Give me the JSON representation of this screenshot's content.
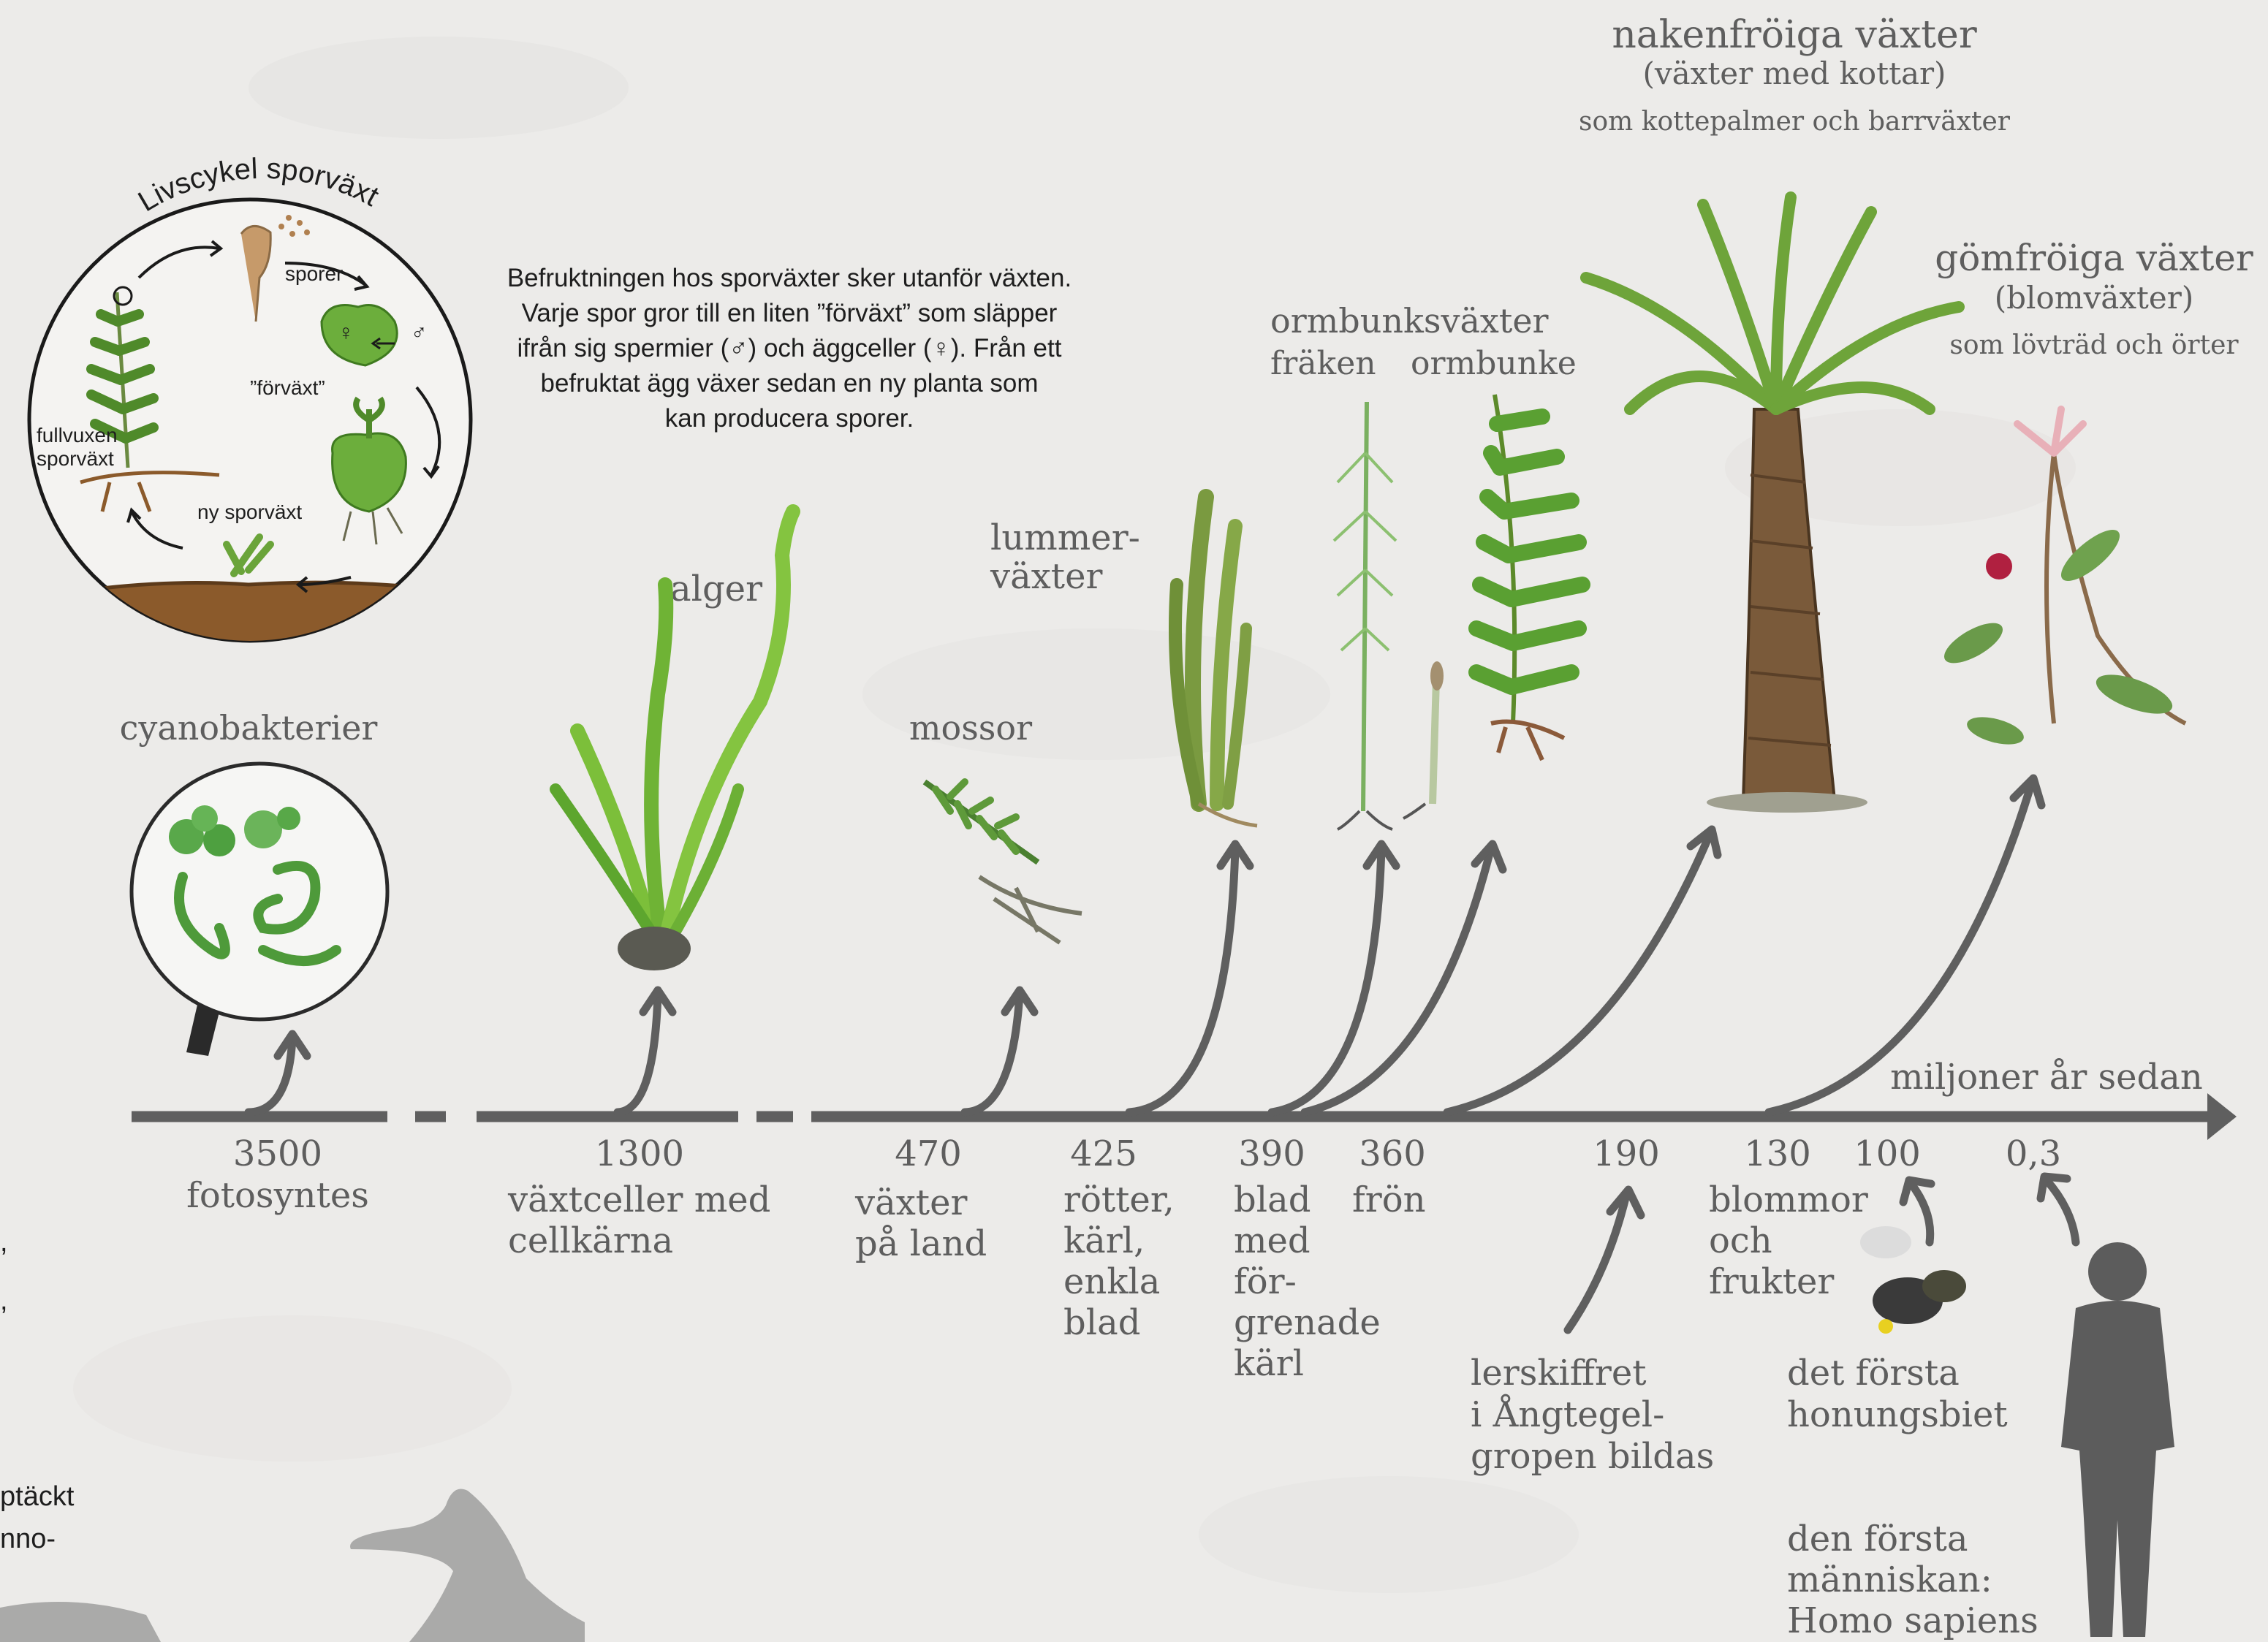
{
  "colors": {
    "background": "#ecebe9",
    "timeline": "#5f5f5f",
    "label": "#5e5e5e",
    "plant_green": "#5ea33a",
    "soil": "#8b5a2b",
    "trunk": "#7a5a3a"
  },
  "lifecycle": {
    "title": "Livscykel sporväxt",
    "spores": "sporer",
    "prothallus": "”förväxt”",
    "adult_1": "fullvuxen",
    "adult_2": "sporväxt",
    "new_plant": "ny sporväxt",
    "male_symbol": "♂",
    "female_symbol": "♀"
  },
  "description": [
    "Befruktningen hos sporväxter sker utanför växten.",
    "Varje spor gror till en liten ”förväxt” som släpper",
    "ifrån sig spermier (♂) och äggceller (♀). Från ett",
    "befruktat ägg växer sedan en ny planta som",
    "kan producera sporer."
  ],
  "groups": {
    "cyanobacteria": "cyanobakterier",
    "algae": "alger",
    "mosses": "mossor",
    "clubmoss_1": "lummer-",
    "clubmoss_2": "växter",
    "ferns": "ormbunksväxter",
    "horsetail": "fräken",
    "fern": "ormbunke",
    "gymno_1": "nakenfröiga växter",
    "gymno_2": "(växter med kottar)",
    "gymno_3": "som kottepalmer och barrväxter",
    "angio_1": "gömfröiga växter",
    "angio_2": "(blomväxter)",
    "angio_3": "som lövträd och örter"
  },
  "timeline": {
    "unit": "miljoner år sedan",
    "milestones": [
      {
        "year": "3500",
        "lines": [
          "fotosyntes"
        ]
      },
      {
        "year": "1300",
        "lines": [
          "växtceller med",
          "cellkärna"
        ]
      },
      {
        "year": "470",
        "lines": [
          "växter",
          "på land"
        ]
      },
      {
        "year": "425",
        "lines": [
          "rötter,",
          "kärl,",
          "enkla",
          "blad"
        ]
      },
      {
        "year": "390",
        "lines": [
          "blad",
          "med",
          "för-",
          "grenade",
          "kärl"
        ]
      },
      {
        "year": "360",
        "lines": [
          "frön"
        ]
      },
      {
        "year": "190",
        "lines": []
      },
      {
        "year": "130",
        "lines": [
          "blommor",
          "och",
          "frukter"
        ]
      },
      {
        "year": "100",
        "lines": []
      },
      {
        "year": "0,3",
        "lines": []
      }
    ]
  },
  "events": {
    "shale": [
      "lerskiffret",
      "i Ångtegel-",
      "gropen bildas"
    ],
    "bee": [
      "det första",
      "honungsbiet"
    ],
    "human": [
      "den första",
      "människan:",
      "Homo sapiens"
    ]
  },
  "edge_text": {
    "edge_1": ",",
    "edge_2": ",",
    "edge_3": "ptäckt",
    "edge_4": "nno-"
  }
}
